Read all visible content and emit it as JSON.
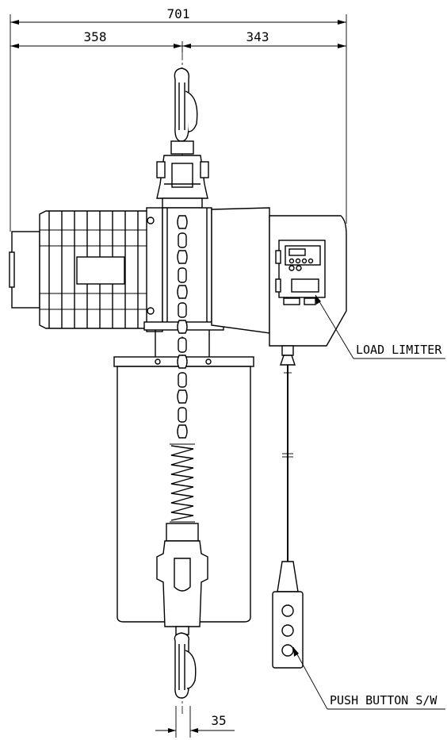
{
  "dimensions": {
    "overall_width": "701",
    "left_width": "358",
    "right_width": "343",
    "hook_width": "35"
  },
  "callouts": {
    "load_limiter": "LOAD LIMITER",
    "push_button": "PUSH BUTTON S/W"
  },
  "colors": {
    "line": "#000000",
    "background": "#ffffff"
  }
}
